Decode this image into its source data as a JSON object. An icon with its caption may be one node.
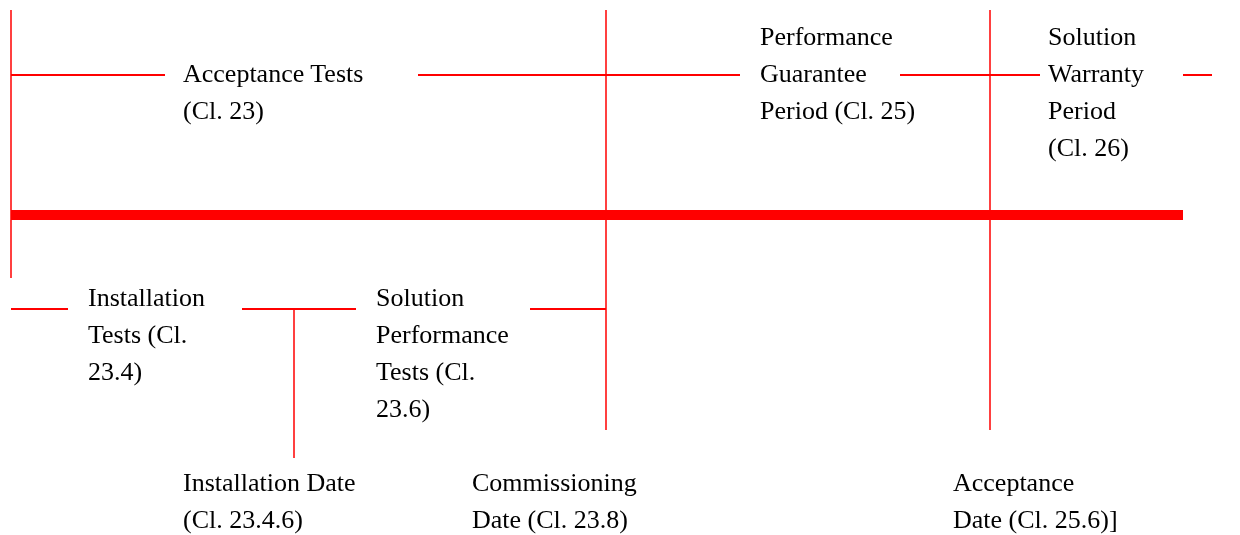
{
  "diagram": {
    "labels": [
      "Acceptance Tests (Cl. 23)",
      "Performance Guarantee Period (Cl. 25)",
      "Solution Warranty Period (Cl. 26)",
      "Installation Tests (Cl. 23.4)",
      "Solution Performance Tests (Cl. 23.6)",
      "Installation Date (Cl. 23.4.6)",
      "Commissioning Date (Cl. 23.8)",
      "Acceptance Date (Cl. 25.6)]"
    ]
  }
}
